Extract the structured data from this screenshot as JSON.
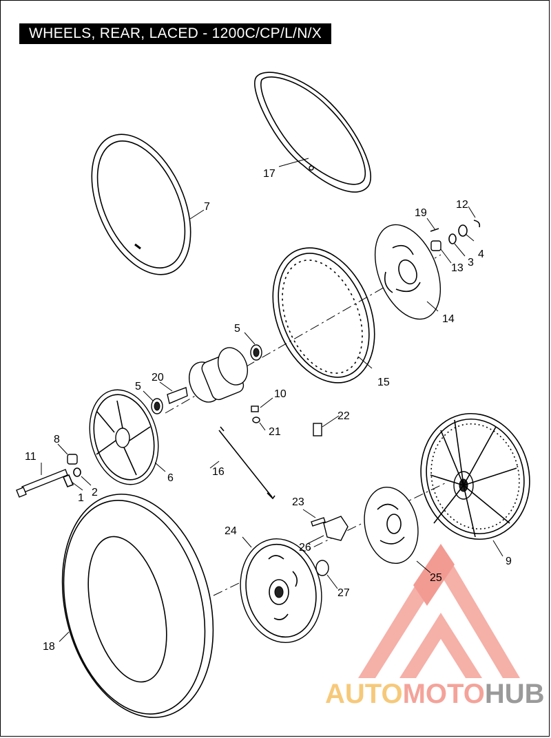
{
  "title": "WHEELS, REAR, LACED - 1200C/CP/L/N/X",
  "callouts": [
    {
      "id": "c1",
      "label": "1"
    },
    {
      "id": "c2",
      "label": "2"
    },
    {
      "id": "c3",
      "label": "3"
    },
    {
      "id": "c4",
      "label": "4"
    },
    {
      "id": "c5a",
      "label": "5"
    },
    {
      "id": "c5b",
      "label": "5"
    },
    {
      "id": "c6",
      "label": "6"
    },
    {
      "id": "c7",
      "label": "7"
    },
    {
      "id": "c8",
      "label": "8"
    },
    {
      "id": "c9",
      "label": "9"
    },
    {
      "id": "c10",
      "label": "10"
    },
    {
      "id": "c11",
      "label": "11"
    },
    {
      "id": "c12",
      "label": "12"
    },
    {
      "id": "c13",
      "label": "13"
    },
    {
      "id": "c14",
      "label": "14"
    },
    {
      "id": "c15",
      "label": "15"
    },
    {
      "id": "c16",
      "label": "16"
    },
    {
      "id": "c17",
      "label": "17"
    },
    {
      "id": "c18",
      "label": "18"
    },
    {
      "id": "c19",
      "label": "19"
    },
    {
      "id": "c20",
      "label": "20"
    },
    {
      "id": "c21",
      "label": "21"
    },
    {
      "id": "c22",
      "label": "22"
    },
    {
      "id": "c23",
      "label": "23"
    },
    {
      "id": "c24",
      "label": "24"
    },
    {
      "id": "c25",
      "label": "25"
    },
    {
      "id": "c26",
      "label": "26"
    },
    {
      "id": "c27",
      "label": "27"
    }
  ],
  "watermark": {
    "part_a": "AUTO",
    "part_b": "MOTO",
    "part_c": "HUB",
    "colors": {
      "auto": "#f6c97a",
      "moto": "#f4a39a",
      "hub": "#9a9a9a",
      "logo": "#f08a80"
    }
  }
}
